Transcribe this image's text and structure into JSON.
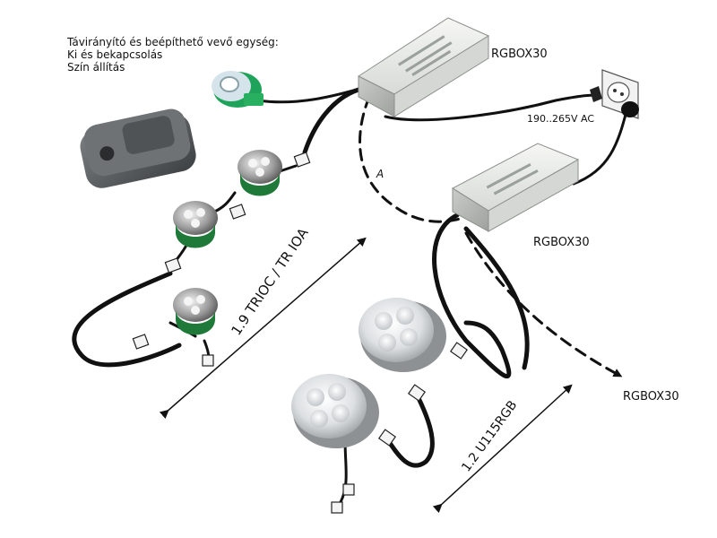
{
  "description": {
    "line1": "Távirányító és beépíthető vevő egység:",
    "line2": "Ki és bekapcsolás",
    "line3": "Szín állítás"
  },
  "labels": {
    "rgbox_top": "RGBOX30",
    "rgbox_mid": "RGBOX30",
    "rgbox_right": "RGBOX30",
    "voltage": "190..265V AC",
    "cable_a": "A",
    "length_trioc": "1.9 TRIOC / TR IOA",
    "length_u115": "1.2  U115RGB"
  },
  "colors": {
    "cable": "#111111",
    "led_pcb": "#1f7a3a",
    "box": "#e9ebe8",
    "remote": "#5a5d60",
    "spot_metal": "#b9bcbf"
  }
}
